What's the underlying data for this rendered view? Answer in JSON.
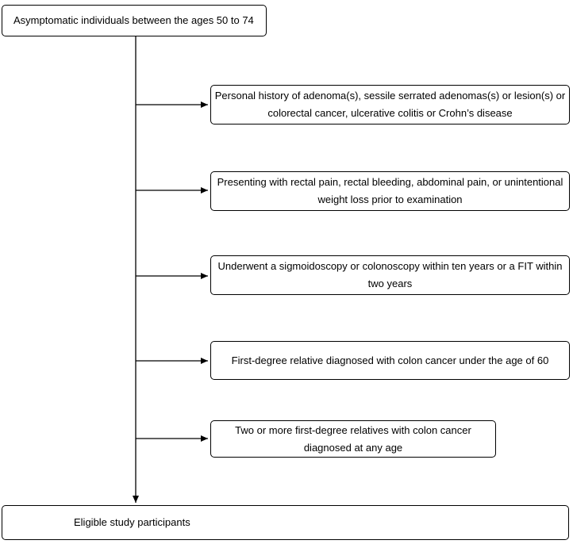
{
  "nodes": {
    "start": "Asymptomatic individuals between the ages 50 to 74",
    "criteria": [
      "Personal history of adenoma(s), sessile serrated adenomas(s) or lesion(s) or colorectal cancer, ulcerative colitis or Crohn’s disease",
      "Presenting with rectal pain, rectal bleeding, abdominal pain, or unintentional weight loss prior to examination",
      "Underwent a sigmoidoscopy or colonoscopy within ten years or a FIT within two years",
      "First-degree relative diagnosed with colon cancer under the age of 60",
      "Two or more first-degree relatives with colon cancer diagnosed at any age"
    ],
    "end": "Eligible study participants"
  },
  "colors": {
    "stroke": "#000000",
    "background": "#ffffff"
  }
}
